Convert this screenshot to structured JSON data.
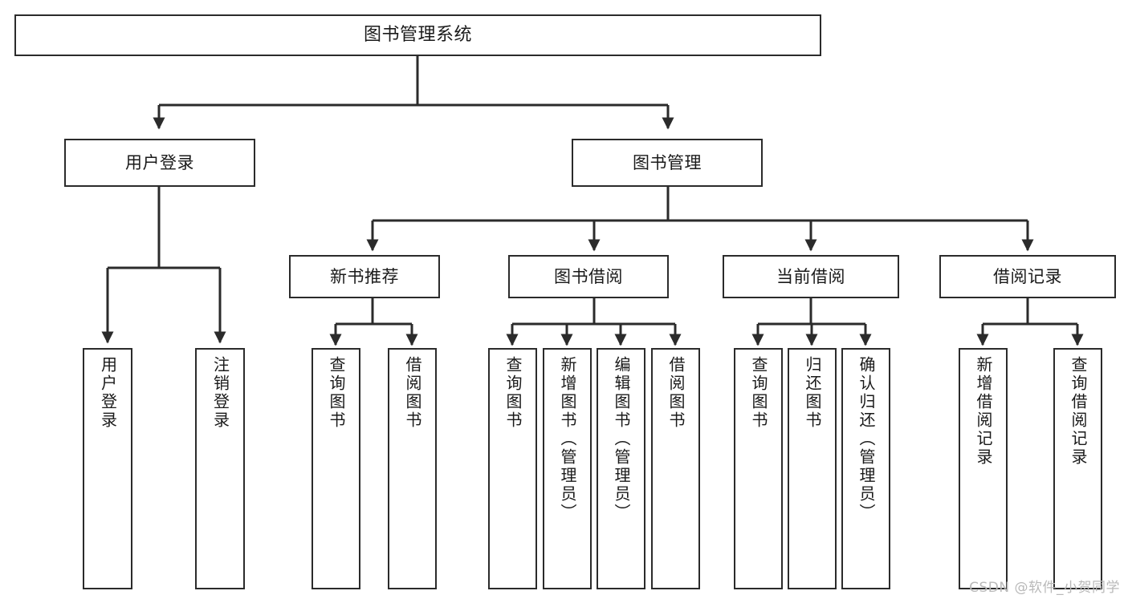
{
  "diagram": {
    "title": "图书管理系统",
    "watermark": "CSDN @软件_小贺同学",
    "colors": {
      "stroke": "#2b2b2b",
      "fill": "#ffffff",
      "text": "#1a1a1a",
      "watermark": "#b9b9b9"
    },
    "nodes": {
      "root": {
        "label": "图书管理系统"
      },
      "level2": [
        {
          "id": "user-login",
          "label": "用户登录"
        },
        {
          "id": "book-manage",
          "label": "图书管理"
        }
      ],
      "level3": [
        {
          "id": "new-book-recommend",
          "label": "新书推荐"
        },
        {
          "id": "book-borrow",
          "label": "图书借阅"
        },
        {
          "id": "current-borrow",
          "label": "当前借阅"
        },
        {
          "id": "borrow-record",
          "label": "借阅记录"
        }
      ],
      "leaves": [
        {
          "id": "leaf-user-login",
          "label": "用户登录",
          "parent": "user-login"
        },
        {
          "id": "leaf-logout-login",
          "label": "注销登录",
          "parent": "user-login"
        },
        {
          "id": "leaf-query-book-1",
          "label": "查询图书",
          "parent": "new-book-recommend"
        },
        {
          "id": "leaf-borrow-book-1",
          "label": "借阅图书",
          "parent": "new-book-recommend"
        },
        {
          "id": "leaf-query-book-2",
          "label": "查询图书",
          "parent": "book-borrow"
        },
        {
          "id": "leaf-add-book",
          "label": "新增图书（管理员）",
          "parent": "book-borrow"
        },
        {
          "id": "leaf-edit-book",
          "label": "编辑图书（管理员）",
          "parent": "book-borrow"
        },
        {
          "id": "leaf-borrow-book-2",
          "label": "借阅图书",
          "parent": "book-borrow"
        },
        {
          "id": "leaf-query-book-3",
          "label": "查询图书",
          "parent": "current-borrow"
        },
        {
          "id": "leaf-return-book",
          "label": "归还图书",
          "parent": "current-borrow"
        },
        {
          "id": "leaf-confirm-return",
          "label": "确认归还（管理员）",
          "parent": "current-borrow"
        },
        {
          "id": "leaf-add-record",
          "label": "新增借阅记录",
          "parent": "borrow-record"
        },
        {
          "id": "leaf-query-record",
          "label": "查询借阅记录",
          "parent": "borrow-record"
        }
      ]
    }
  }
}
